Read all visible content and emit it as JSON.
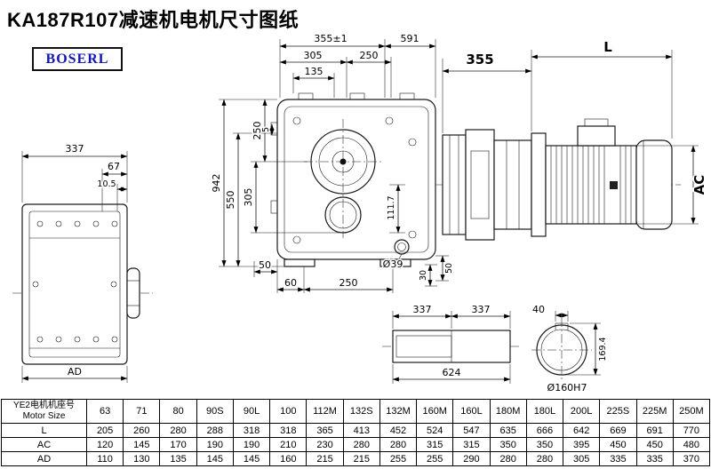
{
  "header": {
    "title": "KA187R107减速机电机尺寸图纸",
    "logo": "BOSERL"
  },
  "dims": {
    "side_337": "337",
    "side_67": "67",
    "side_10_5": "10.5",
    "side_AD": "AD",
    "front_355": "355±1",
    "front_591": "591",
    "front_305_top": "305",
    "front_250_top": "250",
    "front_135": "135",
    "front_250_left": "250",
    "front_5": "5",
    "front_305_left": "305",
    "front_550": "550",
    "front_942": "942",
    "front_111_7": "111.7",
    "front_50_bottom": "50",
    "front_60": "60",
    "front_250_bottom": "250",
    "front_d39": "Ø39",
    "front_30": "30",
    "front_50_right": "50",
    "assy_355": "355",
    "assy_L": "L",
    "assy_AC": "AC",
    "shaft_337_a": "337",
    "shaft_337_b": "337",
    "shaft_40": "40",
    "shaft_624": "624",
    "bore_169_4": "169.4",
    "bore_d160": "Ø160H7"
  },
  "table": {
    "corner": {
      "line1": "YE2电机机座号",
      "line2": "Motor Size"
    },
    "columns": [
      "63",
      "71",
      "80",
      "90S",
      "90L",
      "100",
      "112M",
      "132S",
      "132M",
      "160M",
      "160L",
      "180M",
      "180L",
      "200L",
      "225S",
      "225M",
      "250M"
    ],
    "rows": [
      {
        "label": "L",
        "values": [
          205,
          260,
          280,
          288,
          318,
          318,
          365,
          413,
          452,
          524,
          547,
          635,
          666,
          642,
          669,
          691,
          770
        ]
      },
      {
        "label": "AC",
        "values": [
          120,
          145,
          170,
          190,
          190,
          210,
          230,
          280,
          280,
          315,
          315,
          350,
          350,
          395,
          450,
          450,
          480
        ]
      },
      {
        "label": "AD",
        "values": [
          110,
          130,
          135,
          145,
          145,
          160,
          215,
          215,
          255,
          255,
          290,
          280,
          280,
          305,
          335,
          335,
          370
        ]
      }
    ]
  }
}
